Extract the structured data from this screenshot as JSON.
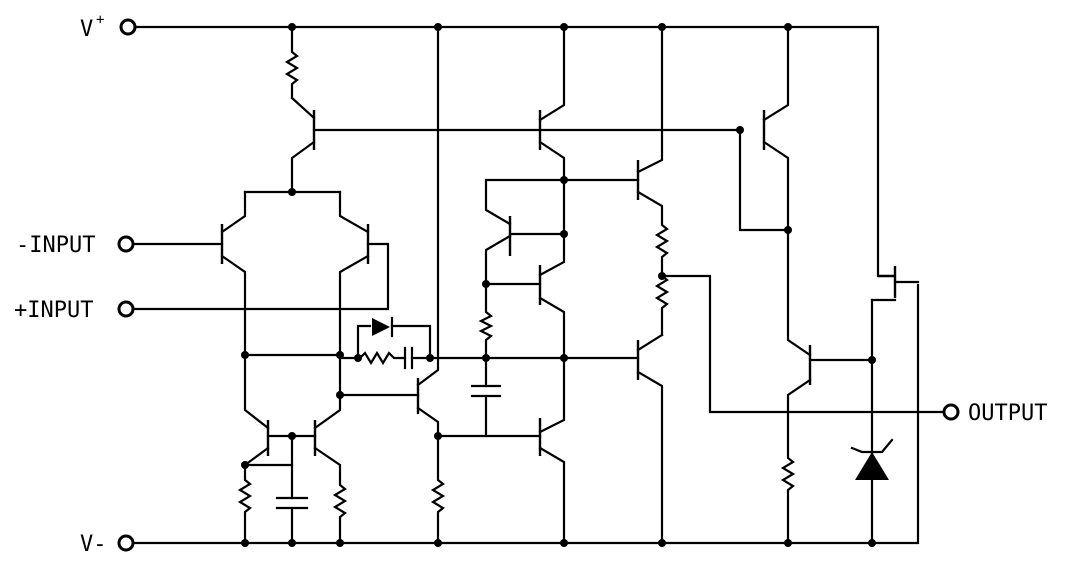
{
  "labels": {
    "vplus": "V",
    "vplus_sup": "+",
    "vminus": "V-",
    "minus_input": "-INPUT",
    "plus_input": "+INPUT",
    "output": "OUTPUT"
  }
}
